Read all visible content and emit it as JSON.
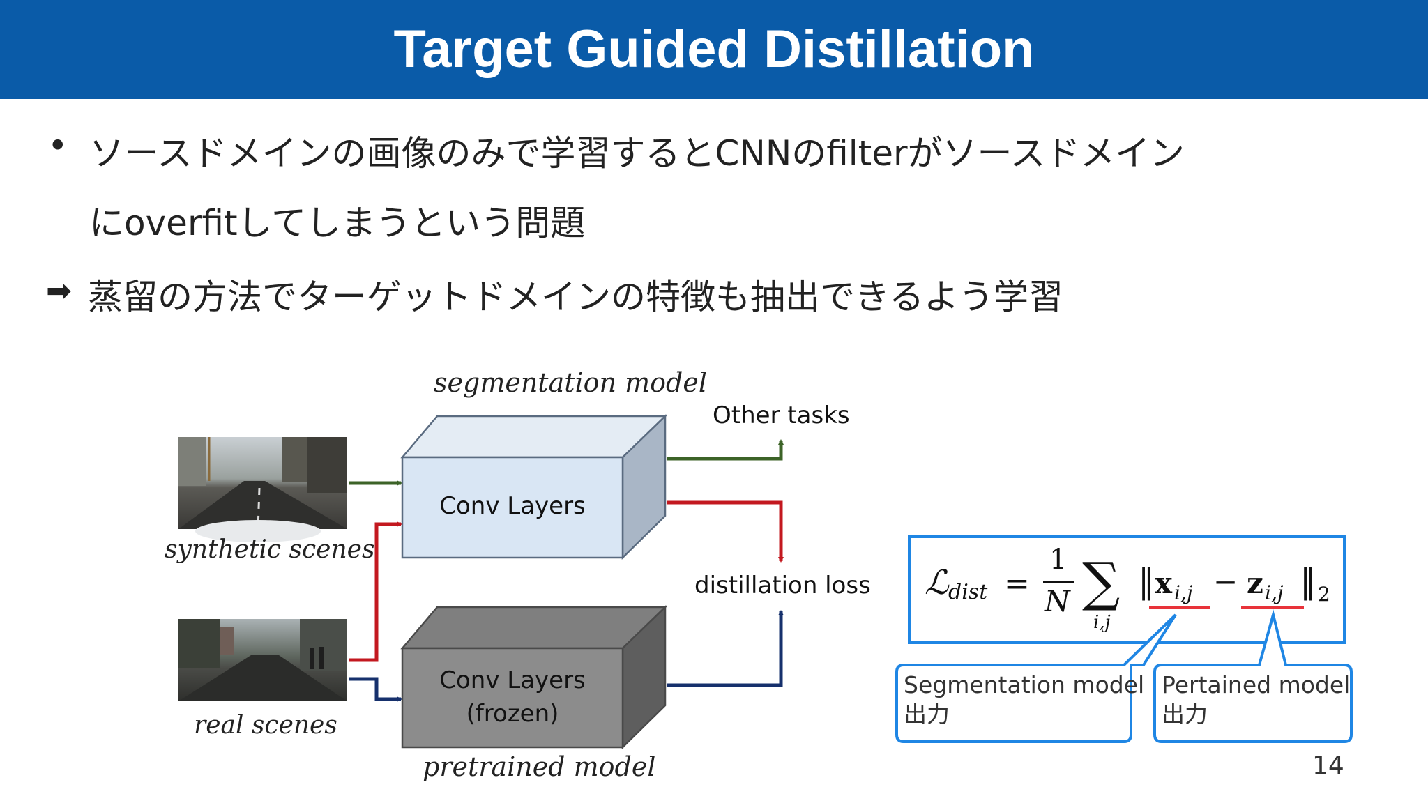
{
  "slide": {
    "title": "Target Guided Distillation",
    "bullet_marker": "•",
    "bullet_line1": "ソースドメインの画像のみで学習するとCNNのfilterがソースドメイン",
    "bullet_line2": "にoverfitしてしまうという問題",
    "arrow_marker": "➡",
    "arrow_line": "蒸留の方法でターゲットドメインの特徴も抽出できるよう学習",
    "page_number": "14"
  },
  "diagram": {
    "segmentation_model_label": "segmentation model",
    "pretrained_model_label": "pretrained model",
    "conv_layers_label": "Conv Layers",
    "conv_frozen_line1": "Conv Layers",
    "conv_frozen_line2": "(frozen)",
    "synthetic_label": "synthetic scenes",
    "real_label": "real scenes",
    "other_tasks_label": "Other tasks",
    "distillation_loss_label": "distillation loss",
    "colors": {
      "green": "#3c6327",
      "red": "#c3181f",
      "navy": "#16306c",
      "blue": "#1f86e4"
    }
  },
  "formula": {
    "lhs": "ℒ",
    "lhs_sub": "dist",
    "equals": "=",
    "frac_num": "1",
    "frac_den": "N",
    "sum": "∑",
    "sum_sub": "i,j",
    "norm_open": "‖",
    "x": "x",
    "x_sub": "i,j",
    "minus": "−",
    "z": "z",
    "z_sub": "i,j",
    "norm_close": "‖",
    "norm_sub": "2"
  },
  "callouts": [
    {
      "line1": "Segmentation model",
      "line2": "出力"
    },
    {
      "line1": "Pertained model",
      "line2": "出力"
    }
  ]
}
